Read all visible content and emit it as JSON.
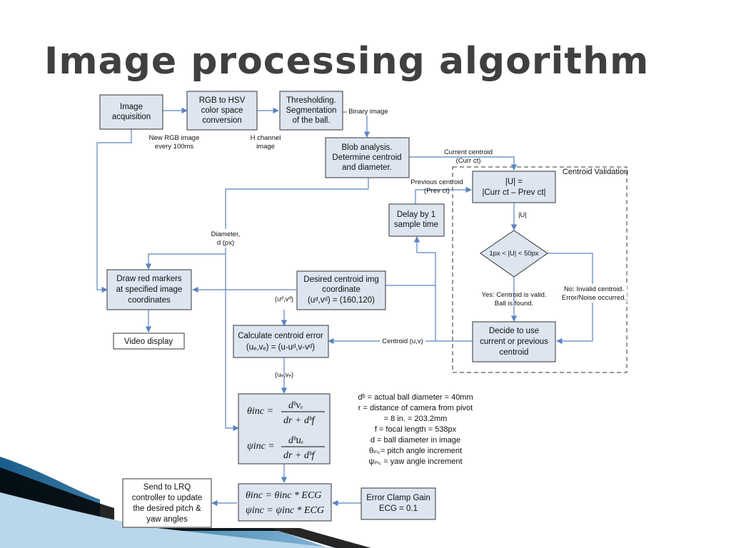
{
  "title": "Image processing algorithm",
  "boxes": {
    "image_acq": [
      "Image",
      "acquisition"
    ],
    "rgb_hsv": [
      "RGB to HSV",
      "color space",
      "conversion"
    ],
    "threshold": [
      "Thresholding.",
      "Segmentation",
      "of the ball."
    ],
    "blob": [
      "Blob analysis.",
      "Determine centroid",
      "and diameter."
    ],
    "u_calc": [
      "|U| =",
      "|Curr ct – Prev ct|"
    ],
    "delay": [
      "Delay by 1",
      "sample time"
    ],
    "decision": "1px < |U| < 50px",
    "draw_markers": [
      "Draw red markers",
      "at specified image",
      "coordinates"
    ],
    "desired": [
      "Desired centroid img",
      "coordinate",
      "(uᵈ,vᵈ) = (160,120)"
    ],
    "video": "Video display",
    "calc_error": [
      "Calculate centroid error",
      "(uₑ,vₑ) = (u-uᵈ,v-vᵈ)"
    ],
    "decide": [
      "Decide to use",
      "current or previous",
      "centroid"
    ],
    "send": [
      "Send to LRQ",
      "controller to update",
      "the desired pitch &",
      "yaw angles"
    ],
    "ecg": [
      "Error Clamp Gain",
      "ECG = 0.1"
    ]
  },
  "labels": {
    "new_rgb": [
      "New RGB image",
      "every 100ms"
    ],
    "h_channel": [
      "H channel",
      "image"
    ],
    "binary": "Binary image",
    "current_centroid": [
      "Current centroid",
      "(Curr ct)"
    ],
    "previous_centroid": [
      "Previous centroid",
      "(Prev ct)"
    ],
    "centroid_validation": "Centroid Validation",
    "u_abs": "|U|",
    "diameter": [
      "Diameter,",
      "d (px)"
    ],
    "yes": [
      "Yes: Centroid is valid.",
      "Ball is found."
    ],
    "no": [
      "No: Invalid centroid.",
      "Error/Noise occurred."
    ],
    "ud_vd": "(uᵈ,vᵈ)",
    "centroid_uv": "Centroid (u,v)",
    "ue_ve": "(uₑ,vₑ)"
  },
  "legend": [
    "dᵇ = actual ball diameter = 40mm",
    "r = distance of camera from pivot",
    "= 8 in. = 203.2mm",
    "f = focal length = 538px",
    "d = ball diameter in image",
    "θᵢₙ꜀= pitch angle increment",
    "ψᵢₙ꜀ = yaw angle increment"
  ],
  "equations": {
    "theta_lhs": "θinc =",
    "theta_num": "dᵇvₑ",
    "psi_lhs": "ψinc =",
    "psi_num": "dᵇuₑ",
    "den": "dr + dᵇf",
    "clamp_theta": "θinc = θinc * ECG",
    "clamp_psi": "ψinc = ψinc * ECG"
  },
  "colors": {
    "box_fill": "#dde5f0",
    "arrow": "#5a84c0",
    "title": "#404040"
  }
}
